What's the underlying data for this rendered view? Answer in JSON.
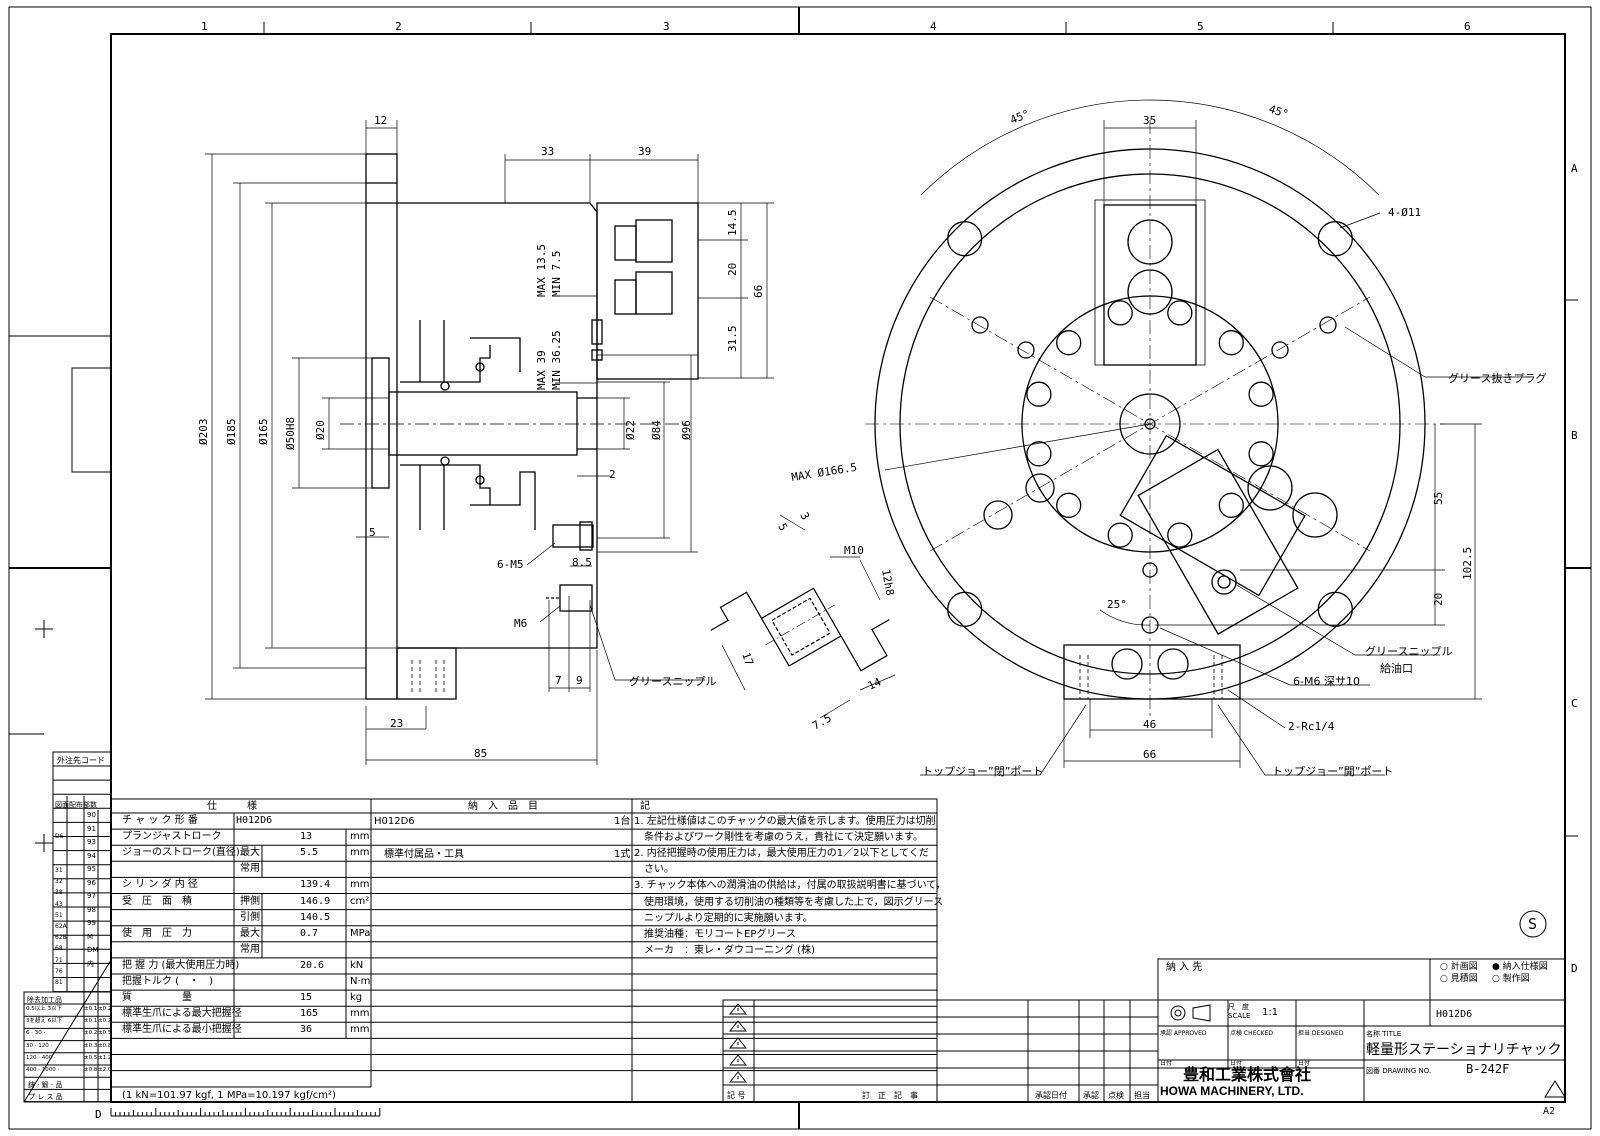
{
  "grid": {
    "columns": [
      "1",
      "2",
      "3",
      "4",
      "5",
      "6"
    ],
    "rows": [
      "A",
      "B",
      "C",
      "D"
    ],
    "bottom_left_letter": "D",
    "sheet_size": "A2"
  },
  "dimensions": {
    "d12": "12",
    "d33": "33",
    "d39": "39",
    "d145": "14.5",
    "d20a": "20",
    "d315": "31.5",
    "d66a": "66",
    "max135": "MAX 13.5",
    "min75": "MIN 7.5",
    "max39": "MAX 39",
    "min3625": "MIN 36.25",
    "phi203": "Ø203",
    "phi185": "Ø185",
    "phi165": "Ø165",
    "phi50h8": "Ø50H8",
    "phi20": "Ø20",
    "phi22": "Ø22",
    "phi84": "Ø84",
    "phi96": "Ø96",
    "d2": "2",
    "d5": "5",
    "m5": "6-M5",
    "d85a": "8.5",
    "m6": "M6",
    "d7": "7",
    "d9": "9",
    "d23": "23",
    "d85": "85",
    "d5b": "5",
    "d3": "3",
    "m10": "M10",
    "d12h8": "12h8",
    "d17": "17",
    "d14": "14",
    "d75": "7.5",
    "ang45a": "45°",
    "ang45b": "45°",
    "d35": "35",
    "phi11": "4-Ø11",
    "max1665": "MAX Ø166.5",
    "d55": "55",
    "d1025": "102.5",
    "d20b": "20",
    "ang25": "25°",
    "d46": "46",
    "d66b": "66",
    "m6deep": "6-M6 深サ10",
    "rc14": "2-Rc1/4"
  },
  "callouts": {
    "grease_plug": "グリース抜きプラグ",
    "grease_nipple_left": "グリースニップル",
    "grease_nipple_right": "グリースニップル",
    "oil_port": "給油口",
    "jaw_close_port": "トップジョー”閉”ポート",
    "jaw_open_port": "トップジョー”開”ポート"
  },
  "spec_table": {
    "header_spec": "仕　　　様",
    "header_items": "納　入　品　目",
    "header_notes": "記",
    "rows": [
      {
        "label": "チ ャ ッ ク 形 番",
        "sub": "",
        "value": "H012D6",
        "unit": ""
      },
      {
        "label": "プランジャストローク",
        "sub": "",
        "value": "13",
        "unit": "mm"
      },
      {
        "label": "ジョーのストローク(直径)",
        "sub": "最大",
        "value": "5.5",
        "unit": "mm"
      },
      {
        "label": "",
        "sub": "常用",
        "value": "",
        "unit": ""
      },
      {
        "label": "シ リ ン ダ 内 径",
        "sub": "",
        "value": "139.4",
        "unit": "mm"
      },
      {
        "label": "受　圧　面　積",
        "sub": "押側",
        "value": "146.9",
        "unit": "cm²"
      },
      {
        "label": "",
        "sub": "引側",
        "value": "140.5",
        "unit": ""
      },
      {
        "label": "使　用　圧　力",
        "sub": "最大",
        "value": "0.7",
        "unit": "MPa"
      },
      {
        "label": "",
        "sub": "常用",
        "value": "",
        "unit": ""
      },
      {
        "label": "把 握 力 (最大使用圧力時)",
        "sub": "",
        "value": "20.6",
        "unit": "kN"
      },
      {
        "label": "把握トルク (　・　)",
        "sub": "",
        "value": "",
        "unit": "N·m"
      },
      {
        "label": "質　　　　　量",
        "sub": "",
        "value": "15",
        "unit": "kg"
      },
      {
        "label": "標準生爪による最大把握径",
        "sub": "",
        "value": "165",
        "unit": "mm"
      },
      {
        "label": "標準生爪による最小把握径",
        "sub": "",
        "value": "36",
        "unit": "mm"
      }
    ],
    "conversion": "(1 kN=101.97 kgf, 1 MPa=10.197 kgf/cm²)",
    "items": [
      {
        "name": "H012D6",
        "qty": "1台"
      },
      {
        "name": "標準付属品・工具",
        "qty": "1式"
      }
    ],
    "notes": [
      "1. 左記仕様値はこのチャックの最大値を示します。使用圧力は切削",
      "　条件およびワーク剛性を考慮のうえ，貴社にて決定願います。",
      "2. 内径把握時の使用圧力は，最大使用圧力の1／2以下としてくだ",
      "　さい。",
      "3. チャック本体への潤滑油の供給は，付属の取扱説明書に基づいて，",
      "　使用環境，使用する切削油の種類等を考慮した上で，図示グリース",
      "　ニップルより定期的に実施願います。",
      "　推奨油種：モリコートEPグリース",
      "　メーカ　：東レ・ダウコーニング (株)"
    ]
  },
  "left_table": {
    "vendor_code": "外注先コード",
    "distribution": "図面配布部数",
    "tolerance_title": "除去加工品",
    "rows": [
      "90",
      "91",
      "93",
      "94",
      "95",
      "96",
      "97",
      "98",
      "99",
      "M",
      "DM",
      "内",
      "",
      ""
    ],
    "left_codes": [
      "",
      "",
      "D6",
      "",
      "",
      "31",
      "32",
      "38",
      "43",
      "51",
      "62A",
      "62B",
      "68",
      "71",
      "76",
      "81"
    ],
    "tolerances": [
      {
        "range": "0.5以上 3以下",
        "a": "±0.1",
        "b": "±0.2"
      },
      {
        "range": "3を超え 6以下",
        "a": "±0.1",
        "b": "±0.2"
      },
      {
        "range": "6 · 30 ·",
        "a": "±0.2",
        "b": "±0.5"
      },
      {
        "range": "30 · 120 ·",
        "a": "±0.3",
        "b": "±0.8"
      },
      {
        "range": "120 · 400 ·",
        "a": "±0.5",
        "b": "±1.2"
      },
      {
        "range": "400 · 1000 ·",
        "a": "±0.8",
        "b": "±2.0"
      }
    ],
    "footer1": "鋳 · 鍛 · 品",
    "footer2": "プ レ ス 品"
  },
  "revision": {
    "symbol": "記 号",
    "content": "訂　正　記　事",
    "date": "承認日付",
    "approve": "承認",
    "check": "点検",
    "owner": "担当"
  },
  "title_block": {
    "customer_label": "納 入 先",
    "opt1": "計画図",
    "opt2": "納入仕様図",
    "opt3": "見積図",
    "opt4": "製作図",
    "scale_label": "尺　度",
    "scale_en": "SCALE",
    "scale": "1:1",
    "model": "H012D6",
    "approved": "承認 APPROVED",
    "checked": "点検 CHECKED",
    "designed": "担当 DESIGNED",
    "date1": "日付",
    "date2": "日付",
    "date3": "日付",
    "title_label": "名称 TITLE",
    "title": "軽量形ステーショナリチャック",
    "drawing_label": "図番 DRAWING NO.",
    "drawing_no": "B-242F",
    "company_jp": "豊和工業株式會社",
    "company_en": "HOWA MACHINERY, LTD.",
    "s_mark": "S"
  },
  "colors": {
    "line": "#000000",
    "paper": "#ffffff"
  }
}
